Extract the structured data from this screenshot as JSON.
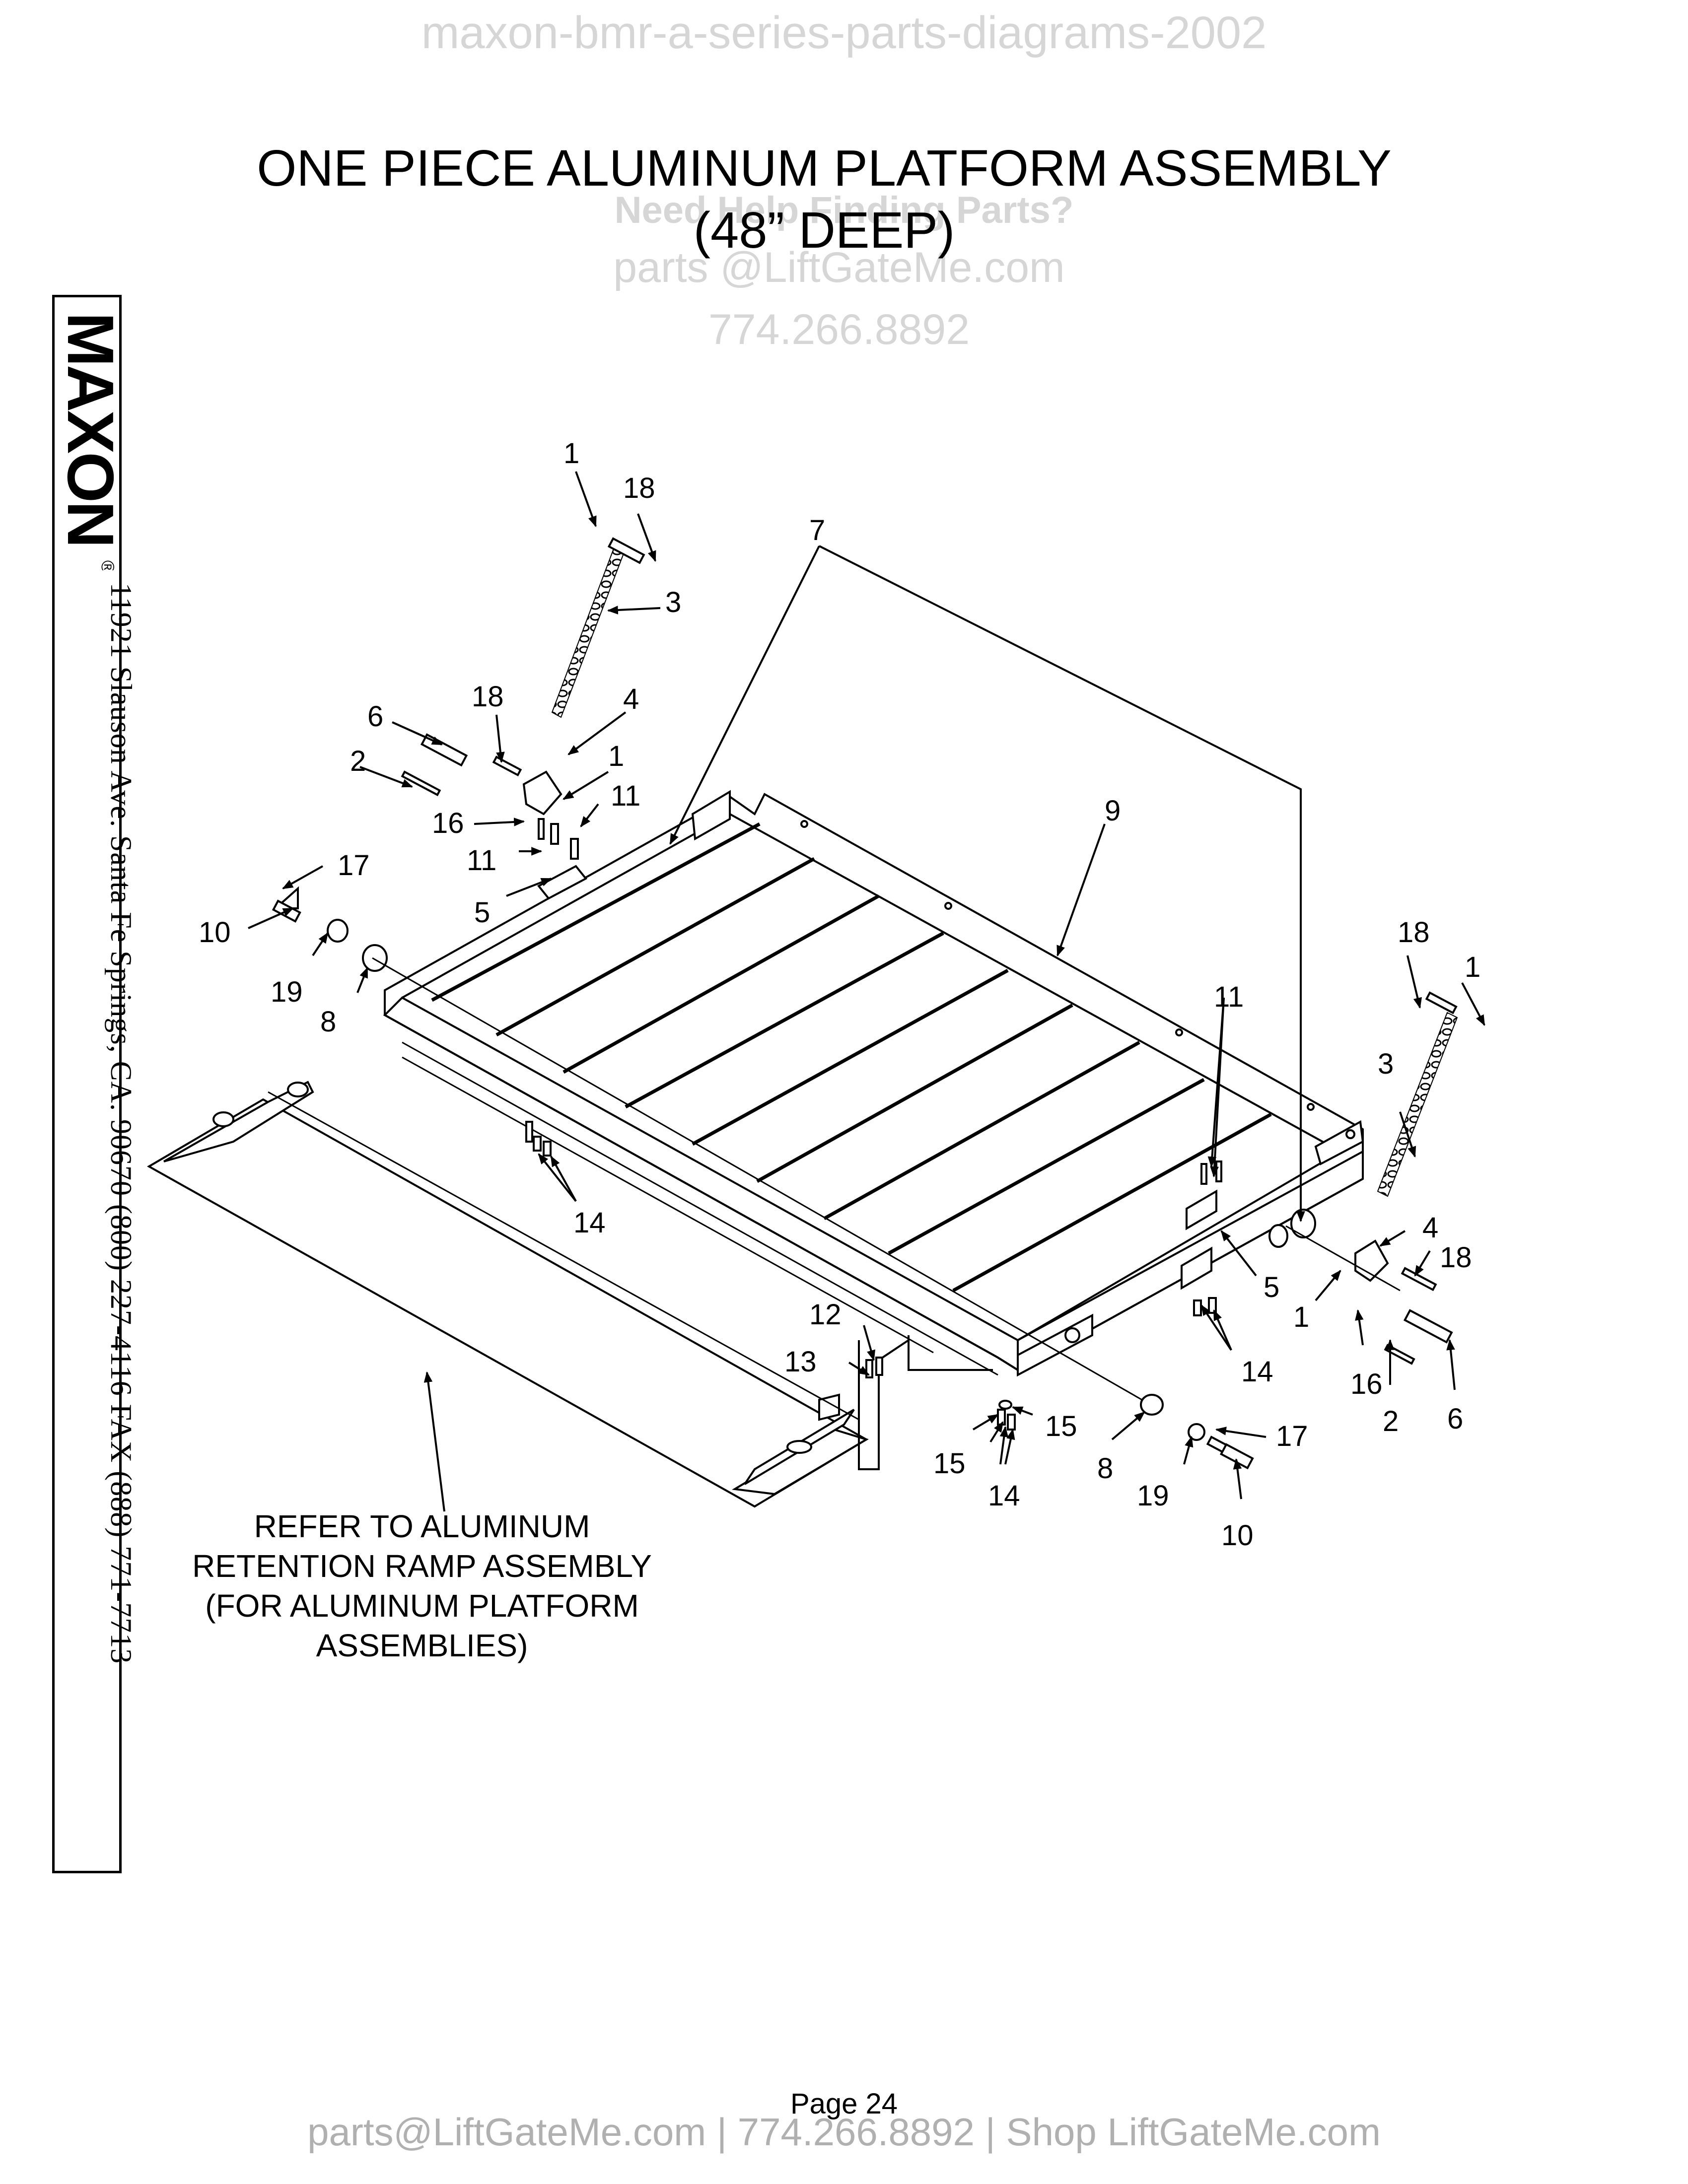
{
  "watermark": {
    "top": "maxon-bmr-a-series-parts-diagrams-2002",
    "help": "Need Help Finding Parts?",
    "email": "parts @LiftGateMe.com",
    "phone": "774.266.8892"
  },
  "title": {
    "line1": "ONE PIECE ALUMINUM PLATFORM ASSEMBLY",
    "line2": "(48” DEEP)"
  },
  "sidebar": {
    "logo": "MAXON",
    "registered": "®",
    "address": "11921 Slauson Ave.  Santa Fe Springs, CA.  90670  (800) 227-4116  FAX (888) 771-7713"
  },
  "callouts": {
    "c1a": "1",
    "c18a": "18",
    "c3a": "3",
    "c7": "7",
    "c18b": "18",
    "c4a": "4",
    "c6a": "6",
    "c2a": "2",
    "c1b": "1",
    "c11a": "11",
    "c16a": "16",
    "c11b": "11",
    "c5a": "5",
    "c17a": "17",
    "c10a": "10",
    "c19a": "19",
    "c8a": "8",
    "c9": "9",
    "c14a": "14",
    "c11c": "11",
    "c18c": "18",
    "c1c": "1",
    "c3b": "3",
    "c4b": "4",
    "c18d": "18",
    "c5b": "5",
    "c1d": "1",
    "c14b": "14",
    "c16b": "16",
    "c2b": "2",
    "c6b": "6",
    "c12": "12",
    "c13": "13",
    "c15a": "15",
    "c15b": "15",
    "c14c": "14",
    "c8b": "8",
    "c19b": "19",
    "c17b": "17",
    "c10b": "10"
  },
  "note": {
    "line1": "REFER TO ALUMINUM",
    "line2": "RETENTION RAMP ASSEMBLY",
    "line3": "(FOR ALUMINUM PLATFORM",
    "line4": "ASSEMBLIES)"
  },
  "page_label": "Page  24",
  "footer": "parts@LiftGateMe.com | 774.266.8892 | Shop LiftGateMe.com"
}
